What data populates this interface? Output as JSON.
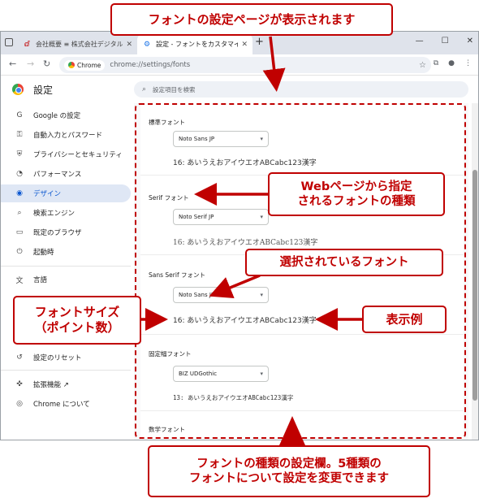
{
  "browser": {
    "tabs": [
      {
        "title": "会社概要 ≡ 株式会社デジタルアドバンテージ",
        "active": false
      },
      {
        "title": "設定 - フォントをカスタマイズ",
        "active": true
      }
    ],
    "new_tab": "+",
    "window_buttons": [
      "—",
      "☐",
      "✕"
    ],
    "chip_label": "Chrome",
    "url": "chrome://settings/fonts"
  },
  "settings": {
    "title": "設定",
    "search_placeholder": "設定項目を検索",
    "sidebar": [
      {
        "label": "Google の設定",
        "icon": "G"
      },
      {
        "label": "自動入力とパスワード",
        "icon": "⚿"
      },
      {
        "label": "プライバシーとセキュリティ",
        "icon": "⛨"
      },
      {
        "label": "パフォーマンス",
        "icon": "◔"
      },
      {
        "label": "デザイン",
        "icon": "◉",
        "active": true
      },
      {
        "label": "検索エンジン",
        "icon": "⌕"
      },
      {
        "label": "既定のブラウザ",
        "icon": "▭"
      },
      {
        "label": "起動時",
        "icon": "⏻"
      },
      {
        "label": "言語",
        "icon": "文"
      },
      {
        "label": "設定のリセット",
        "icon": "↺"
      },
      {
        "label": "拡張機能 ↗",
        "icon": "✜"
      },
      {
        "label": "Chrome について",
        "icon": "◎"
      }
    ],
    "fonts": [
      {
        "title": "標準フォント",
        "selected": "Noto Sans JP",
        "sample": "16: あいうえおアイウエオABCabc123漢字"
      },
      {
        "title": "Serif フォント",
        "selected": "Noto Serif JP",
        "sample": "16: あいうえおアイウエオABCabc123漢字"
      },
      {
        "title": "Sans Serif フォント",
        "selected": "Noto Sans JP",
        "sample": "16: あいうえおアイウエオABCabc123漢字"
      },
      {
        "title": "固定幅フォント",
        "selected": "BIZ UDGothic",
        "sample": "13: あいうえおアイウエオABCabc123漢字"
      },
      {
        "title": "数学フォント"
      }
    ]
  },
  "annotations": {
    "top": "フォントの設定ページが表示されます",
    "web_font": [
      "Webページから指定",
      "されるフォントの種類"
    ],
    "selected_font": "選択されているフォント",
    "font_size": [
      "フォントサイズ",
      "（ポイント数）"
    ],
    "sample": "表示例",
    "bottom": [
      "フォントの種類の設定欄。5種類の",
      "フォントについて設定を変更できます"
    ],
    "color": "#c00000"
  }
}
